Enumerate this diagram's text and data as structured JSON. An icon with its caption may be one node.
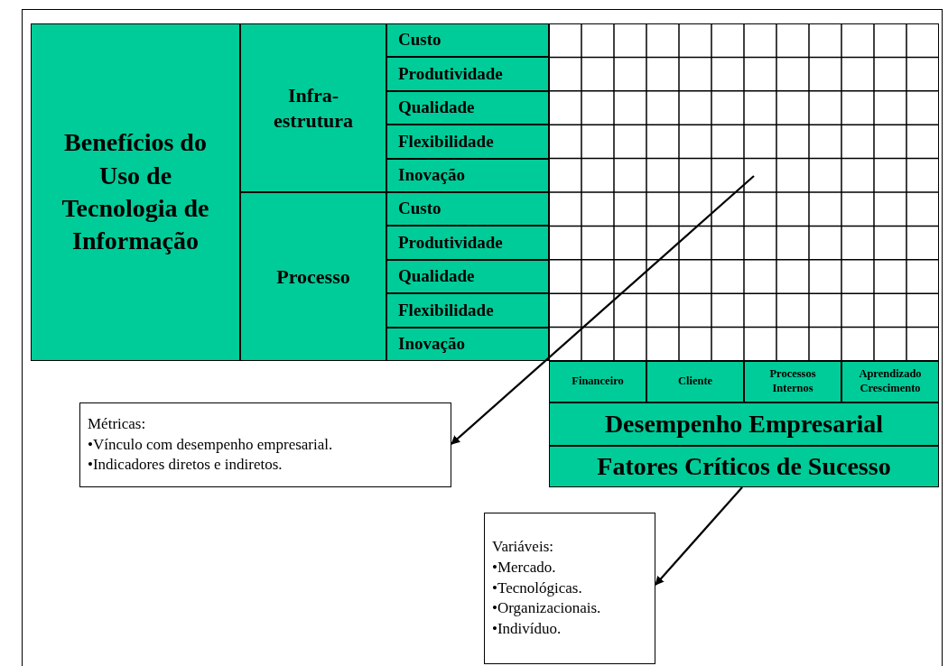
{
  "diagram": {
    "nodes": [
      {
        "text": [
          "Benefícios do Uso de Tecnologia de Informação"
        ]
      },
      {
        "text": [
          "Infra-estrutura"
        ]
      },
      {
        "text": [
          "Processo"
        ]
      },
      {
        "text": [
          "Custo"
        ]
      },
      {
        "text": [
          "Produtividade"
        ]
      },
      {
        "text": [
          "Qualidade"
        ]
      },
      {
        "text": [
          "Flexibilidade"
        ]
      },
      {
        "text": [
          "Inovação"
        ]
      },
      {
        "text": [
          "Custo"
        ]
      },
      {
        "text": [
          "Produtividade"
        ]
      },
      {
        "text": [
          "Qualidade"
        ]
      },
      {
        "text": [
          "Flexibilidade"
        ]
      },
      {
        "text": [
          "Inovação"
        ]
      },
      {
        "text": [],
        "shape": "grid"
      },
      {
        "text": [
          "Financeiro"
        ]
      },
      {
        "text": [
          "Cliente"
        ]
      },
      {
        "text": [
          "Processos Internos"
        ]
      },
      {
        "text": [
          "Aprendizado Crescimento"
        ]
      },
      {
        "text": [
          "Desempenho Empresarial"
        ]
      },
      {
        "text": [
          "Fatores Críticos de Sucesso"
        ]
      },
      {
        "text": [
          "Métricas:",
          "•Vínculo com desempenho empresarial.",
          "•Indicadores diretos e indiretos."
        ]
      },
      {
        "text": [
          "Variáveis:",
          "•Mercado.",
          "•Tecnológicas.",
          "•Organizacionais.",
          "•Indivíduo."
        ]
      }
    ],
    "edges": [
      {
        "from": 13,
        "to": 20,
        "arrow": "to"
      },
      {
        "from": 19,
        "to": 21,
        "arrow": "to"
      }
    ]
  }
}
